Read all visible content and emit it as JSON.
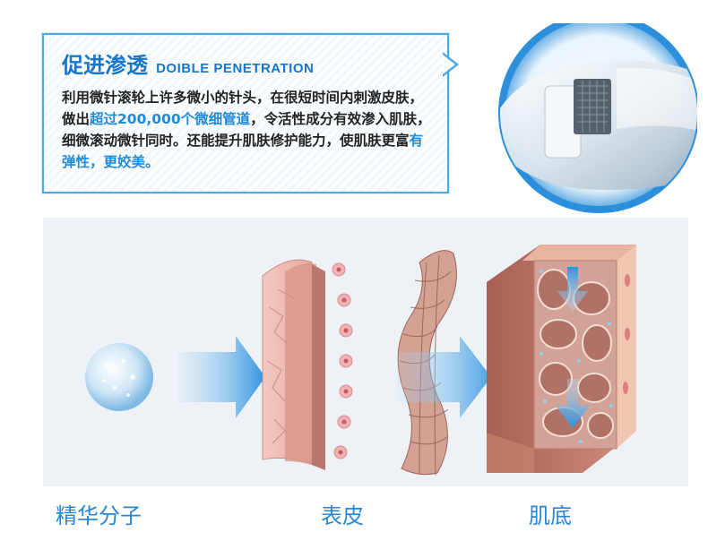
{
  "callout": {
    "title_cn": "促进渗透",
    "title_en": "DOIBLE PENETRATION",
    "paragraph": {
      "part1": "利用微针滚轮上许多微小的针头，在很短时间内刺激皮肤，做出",
      "highlight1": "超过200,000个微细管道",
      "part2": "，令活性成分有效渗入肌肤，细微滚动微针同时。还能提升肌肤修护能力，使肌肤更富",
      "highlight2": "有弹性，更姣美。"
    }
  },
  "labels": {
    "molecule": "精华分子",
    "epidermis": "表皮",
    "dermis": "肌底"
  },
  "colors": {
    "accent": "#1875c9",
    "highlight": "#1f8ad8",
    "bubble_border": "#49a8e6",
    "label": "#2a86d6"
  }
}
